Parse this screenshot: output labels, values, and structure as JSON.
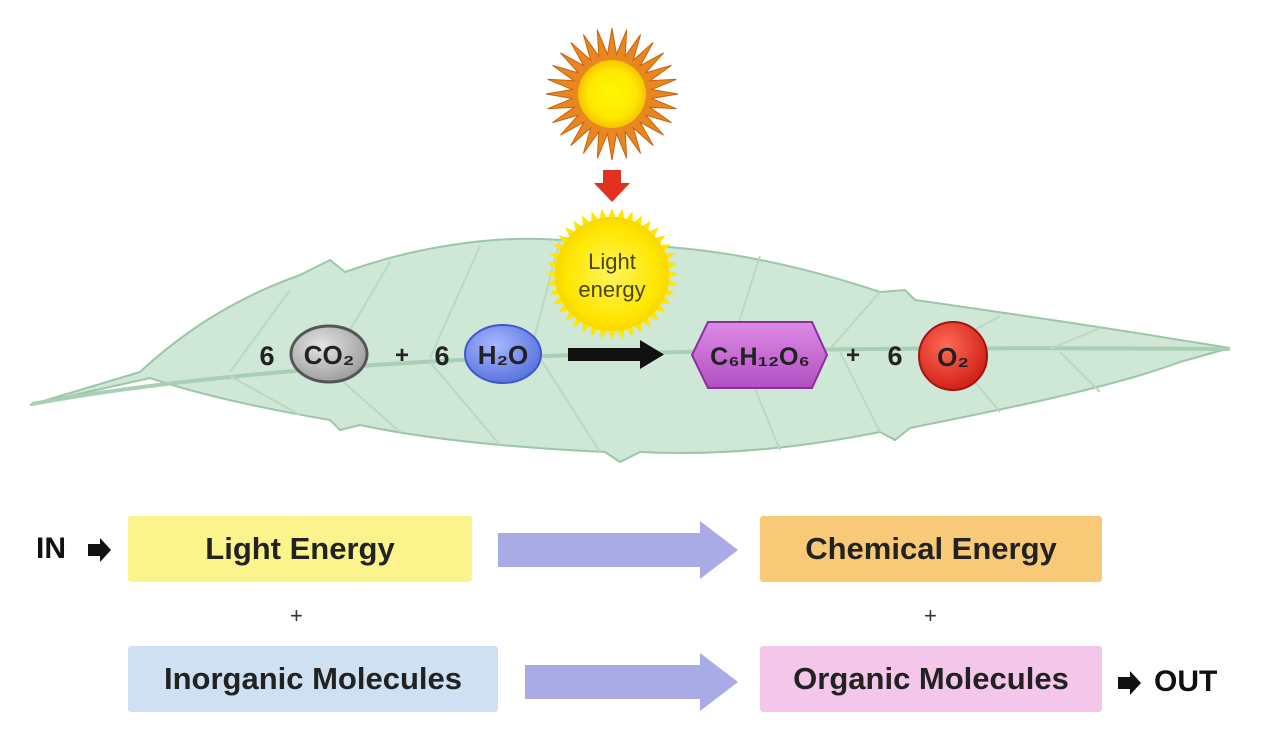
{
  "colors": {
    "leaf": "#cfe7d6",
    "sun": "#ffe600",
    "sun_rays": "#e8871f",
    "co2": "#b9b9b9",
    "h2o": "#6f86e8",
    "glucose": "#c96ad6",
    "o2": "#e32b23",
    "light_energy_box": "#fbf38c",
    "inorganic_box": "#cfe0f2",
    "chemical_box": "#f8c977",
    "organic_box": "#f4c6ea",
    "flow_arrow": "#a9abe6"
  },
  "equation": {
    "co2_coef": "6",
    "co2_label": "CO₂",
    "plus1": "+",
    "h2o_coef": "6",
    "h2o_label": "H₂O",
    "glucose_label": "C₆H₁₂O₆",
    "plus2": "+",
    "o2_coef": "6",
    "o2_label": "O₂"
  },
  "light_burst": {
    "line1": "Light",
    "line2": "energy"
  },
  "flow": {
    "in_label": "IN",
    "out_label": "OUT",
    "light_energy": "Light Energy",
    "chemical_energy": "Chemical Energy",
    "inorganic_molecules": "Inorganic Molecules",
    "organic_molecules": "Organic Molecules",
    "plus_left": "+",
    "plus_right": "+"
  }
}
